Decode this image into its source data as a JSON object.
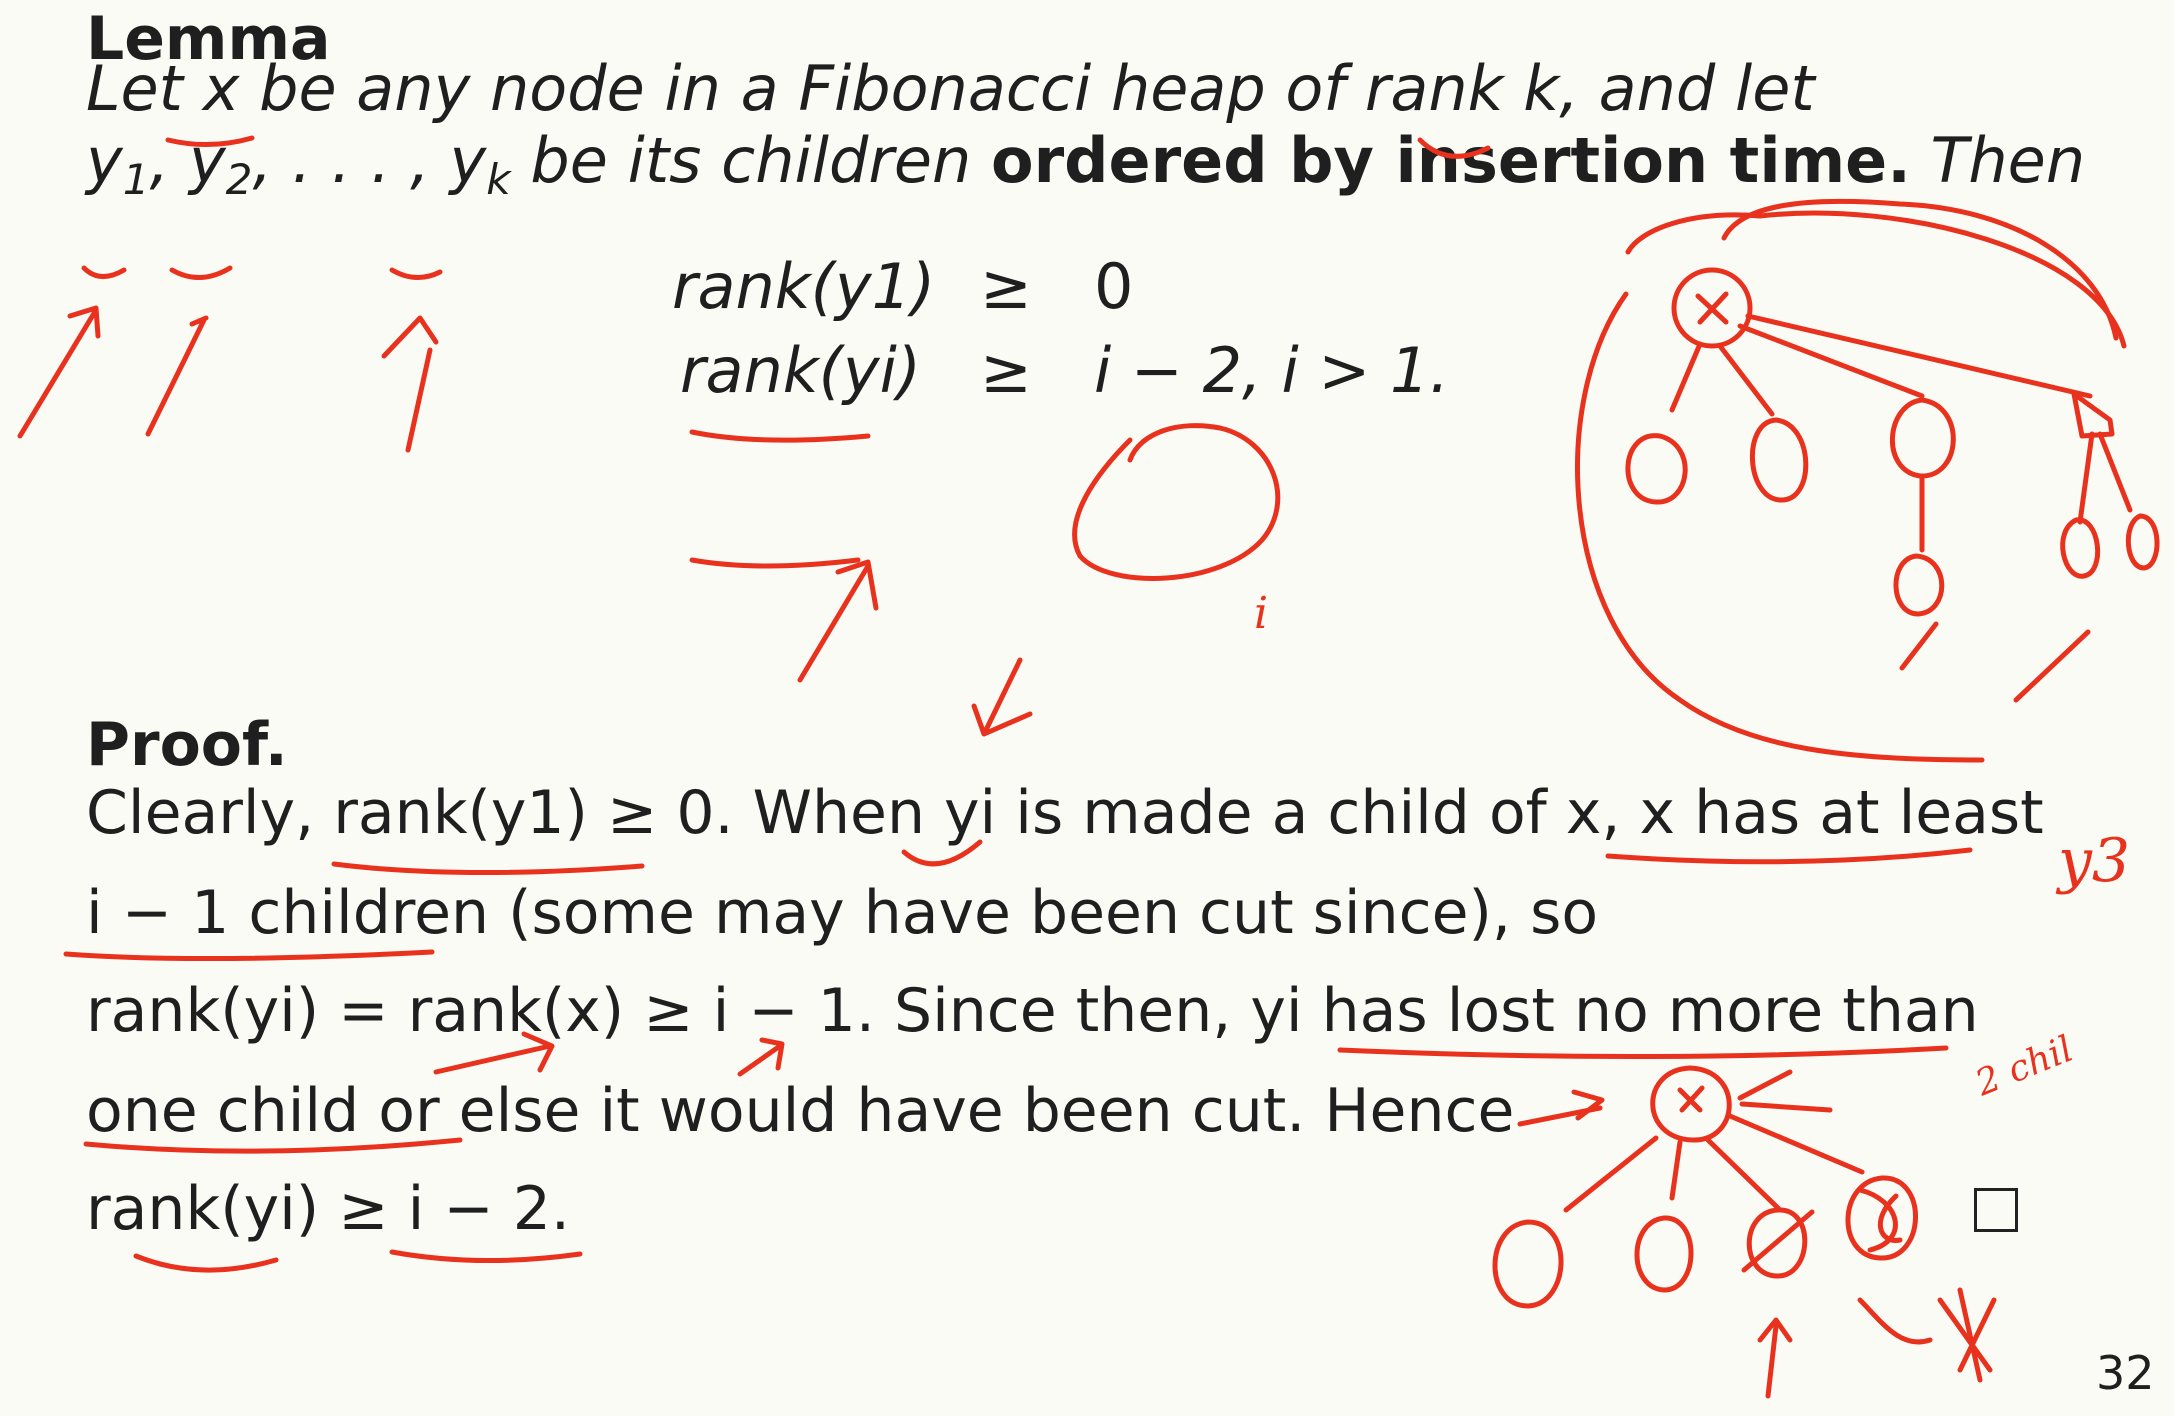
{
  "slide": {
    "lemma_title": "Lemma",
    "lemma_line1": "Let x be any node in a Fibonacci heap of rank k, and let",
    "lemma_line2_part1": "y",
    "lemma_line2_part2": "be its children",
    "lemma_line2_bold": "ordered by insertion time.",
    "lemma_line2_end": "Then",
    "inequality1_lhs": "rank(y1)",
    "inequality1_rel": "≥",
    "inequality1_rhs": "0",
    "inequality2_lhs": "rank(yi)",
    "inequality2_rel": "≥",
    "inequality2_rhs": "i − 2, i > 1.",
    "proof_title": "Proof.",
    "proof_line1": "Clearly, rank(y1) ≥ 0. When yi is made a child of x, x has at least",
    "proof_line2": "i − 1 children (some may have been cut since), so",
    "proof_line3": "rank(yi) = rank(x) ≥ i − 1. Since then, yi has lost no more than",
    "proof_line4": "one child or else it would have been cut. Hence",
    "proof_line5": "rank(yi) ≥ i − 2.",
    "page_number": "32"
  },
  "annotations": {
    "ink_color": "#e8321e",
    "label_y3": "y3",
    "label_i": "i",
    "label_2child": "2 chil"
  }
}
